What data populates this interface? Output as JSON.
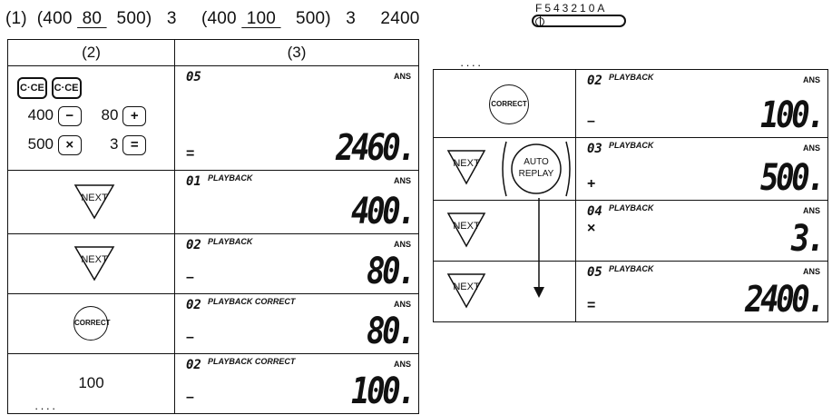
{
  "header": {
    "p1": "(1)  (400 ",
    "u1": " 80 ",
    "p2": "  500)   3     (400 ",
    "u2": " 100 ",
    "p3": "   500)   3     2400",
    "slider_labels": "F543210A"
  },
  "left_table": {
    "col2_title": "(2)",
    "col3_title": "(3)",
    "first_row_keys": {
      "cce1": "C·CE",
      "cce2": "C·CE",
      "n400": "400",
      "minus": "−",
      "n80": "80",
      "plus": "+",
      "n500": "500",
      "times": "×",
      "n3": "3",
      "equals": "="
    },
    "rows": [
      {
        "key": "",
        "step": "05",
        "flags": "",
        "ans": "ANS",
        "op": "=",
        "value": "2460."
      },
      {
        "key": "NEXT",
        "step": "01",
        "flags": "PLAYBACK",
        "ans": "ANS",
        "op": "",
        "value": "400."
      },
      {
        "key": "NEXT",
        "step": "02",
        "flags": "PLAYBACK",
        "ans": "ANS",
        "op": "–",
        "value": "80."
      },
      {
        "key": "CORRECT",
        "step": "02",
        "flags": "PLAYBACK CORRECT",
        "ans": "ANS",
        "op": "–",
        "value": "80."
      },
      {
        "key": "100",
        "step": "02",
        "flags": "PLAYBACK CORRECT",
        "ans": "ANS",
        "op": "–",
        "value": "100."
      }
    ],
    "dots": "····"
  },
  "right_table": {
    "dots": "····",
    "auto_replay": "AUTO REPLAY",
    "rows": [
      {
        "key": "CORRECT",
        "step": "02",
        "flags": "PLAYBACK",
        "ans": "ANS",
        "op": "–",
        "value": "100."
      },
      {
        "key": "NEXT",
        "step": "03",
        "flags": "PLAYBACK",
        "ans": "ANS",
        "op": "+",
        "value": "500."
      },
      {
        "key": "NEXT",
        "step": "04",
        "flags": "PLAYBACK",
        "ans": "ANS",
        "op": "×",
        "value": "3."
      },
      {
        "key": "NEXT",
        "step": "05",
        "flags": "PLAYBACK",
        "ans": "ANS",
        "op": "=",
        "value": "2400."
      }
    ]
  }
}
